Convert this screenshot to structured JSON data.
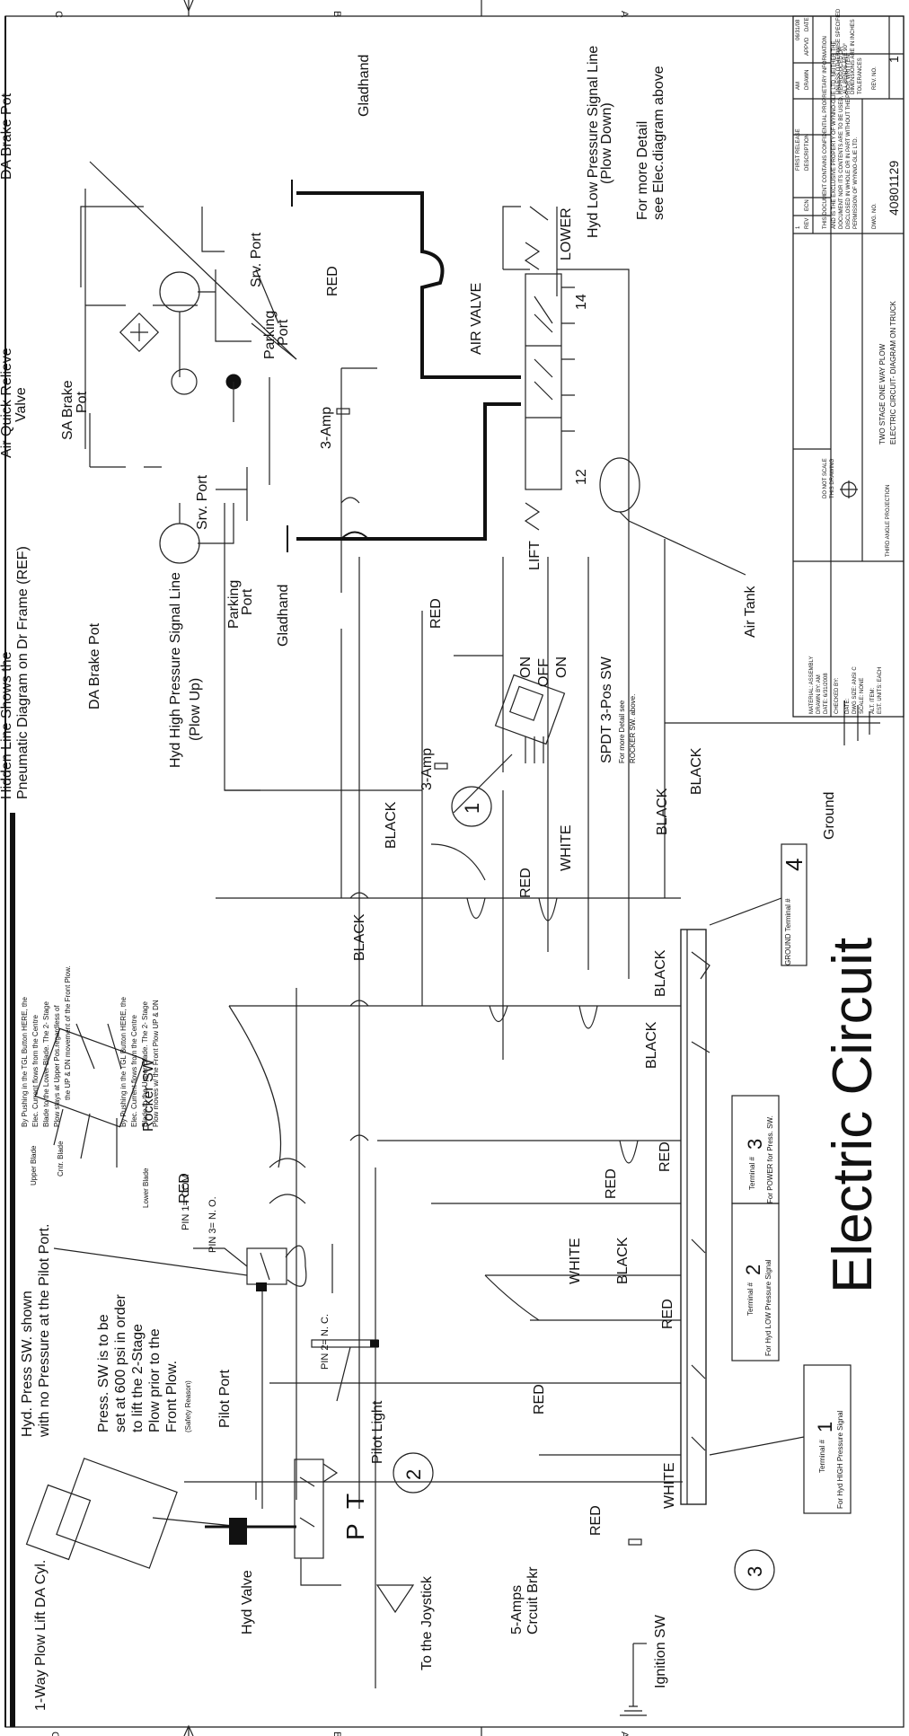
{
  "diagram": {
    "title": "Electric Circuit",
    "zone_letters": [
      "C",
      "B",
      "A"
    ],
    "notes": {
      "hidden_line_1": "Hidden Line Shows the",
      "hidden_line_2": "Pneumatic Diagram on Dr Frame (REF)",
      "air_quick_1": "Air Quick Relieve",
      "air_quick_2": "Valve",
      "for_more_1": "For more Detail",
      "for_more_2": "see Elec.diagram above",
      "hyd_low_1": "Hyd Low Pressure Signal Line",
      "hyd_low_2": "(Plow Down)",
      "hyd_high_1": "Hyd High Pressure Signal Line",
      "hyd_high_2": "(Plow Up)",
      "tgl_a_1": "By Pushing in the TGL Button HERE, the",
      "tgl_a_2": "Elec. Current flows from the Centre",
      "tgl_a_3": "Blade to the Lower Blade. The 2- Stage",
      "tgl_a_4": "Plow stays at Upper Pos.regardless of",
      "tgl_a_5": "the UP & DN movement of the Front Plow.",
      "tgl_b_1": "By Pushing in the TGL Button HERE, the",
      "tgl_b_2": "Elec. Current flows from the Centre",
      "tgl_b_3": "Blade to the Upper Blade. The 2- Stage",
      "tgl_b_4": "Plow moves w/ the Front Plow UP & DN",
      "press_sw_1": "Hyd. Press SW. shown",
      "press_sw_2": "with no Pressure at the Pilot Port.",
      "press_set_1": "Press. SW is to be",
      "press_set_2": "set at 600 psi in order",
      "press_set_3": "to lift the 2-Stage",
      "press_set_4": "Plow prior to the",
      "press_set_5": "Front Plow.",
      "press_set_6": "(Safety Reason)",
      "spdt_1": "SPDT 3-Pos SW",
      "spdt_2": "For more Detail see",
      "spdt_3": "ROCKER SW. above."
    },
    "labels": {
      "da_brake_pot_top": "DA Brake Pot",
      "da_brake_pot": "DA Brake Pot",
      "sa_brake_1": "SA Brake",
      "sa_brake_2": "Pot",
      "srv_port": "Srv. Port",
      "parking_1": "Parking",
      "parking_2": "Port",
      "gladhand": "Gladhand",
      "air_valve": "AIR VALVE",
      "lower": "LOWER",
      "lift": "LIFT",
      "num_14": "14",
      "num_12": "12",
      "air_tank": "Air Tank",
      "three_amp": "3-Amp",
      "on": "ON",
      "off": "OFF",
      "ground": "Ground",
      "upper_blade": "Upper Blade",
      "cntr_blade": "Cntr. Blade",
      "lower_blade": "Lower Blade",
      "rocker_sw": "Rocker SW",
      "pin1": "PIN 1= COM",
      "pin2": "PIN 2= N. C.",
      "pin3": "PIN 3= N. O.",
      "pilot_port": "Pilot Port",
      "pilot_light": "Pilot Light",
      "cyl": "1-Way Plow Lift DA Cyl.",
      "hyd_valve": "Hyd Valve",
      "p": "P",
      "t": "T",
      "joystick": "To the Joystick",
      "cb_1": "5-Amps",
      "cb_2": "Crcuit Brkr",
      "ignition": "Ignition SW",
      "ground_term": "GROUND Terminal #",
      "ground_term_num": "4",
      "t3_label": "Terminal #",
      "t3_num": "3",
      "t3_desc": "For POWER for Press. SW.",
      "t2_label": "Terminal #",
      "t2_num": "2",
      "t2_desc": "For Hyd LOW Pressure Signal",
      "t1_label": "Terminal #",
      "t1_num": "1",
      "t1_desc": "For Hyd HIGH Pressure Signal",
      "circle1": "1",
      "circle2": "2",
      "circle3": "3"
    },
    "wire_colors": {
      "red": "RED",
      "black": "BLACK",
      "white": "WHITE"
    },
    "title_block": {
      "rev_header": "REV",
      "ecn_header": "ECN",
      "desc_header": "DESCRIPTION",
      "drawn_header": "DRAWN",
      "apprvd_header": "APPVD",
      "date_header": "DATE",
      "rev_val": "1",
      "desc_val": "FIRST RELEASE",
      "drawn_val": "AM",
      "date_val": "06/31/08",
      "material": "MATERIAL: ASSEMBLY",
      "drawn_by": "DRAWN BY: AM",
      "date": "DATE: 6/31/2008",
      "checked": "CHECKED BY:",
      "date2": "DATE:",
      "dwg_size": "DWG SIZE: ANSI C",
      "scale": "SCALE: NONE",
      "alt": "ALT. ITEM:",
      "est": "EST. UNITS: EACH",
      "do_not_scale_1": "DO NOT SCALE",
      "do_not_scale_2": "THIS DRAWING",
      "projection": "THIRD ANGLE PROJECTION",
      "conf_1": "THIS DOCUMENT CONTAINS CONFIDENTIAL PROPRIETARY INFORMATION",
      "conf_2": "AND IS THE EXCLUSIVE PROPERTY OF WYNNO-GLIE LTD. NEITHER THE",
      "conf_3": "DOCUMENT NOR ITS CONTENTS ARE TO BE USED, REPRODUCED OR",
      "conf_4": "DISCLOSED IN WHOLE OR IN PART WITHOUT THE PRIOR WRITTEN",
      "conf_5": "PERMISSION OF WYNNO-GLIE LTD.",
      "unless_1": "UNLESS OTHERWISE SPECIFIED",
      "unless_2": "ALL BENDS ARE 90°",
      "unless_3": "DIMENSIONS ARE IN INCHES",
      "unless_4": "TOLERANCES",
      "title_1": "TWO STAGE ONE WAY PLOW",
      "title_2": "ELECTRIC CIRCUIT- DIAGRAM ON TRUCK",
      "dwg_no_label": "DWG. NO.",
      "dwg_no": "40801129",
      "rev_no_label": "REV. NO.",
      "rev_no": "1"
    }
  }
}
